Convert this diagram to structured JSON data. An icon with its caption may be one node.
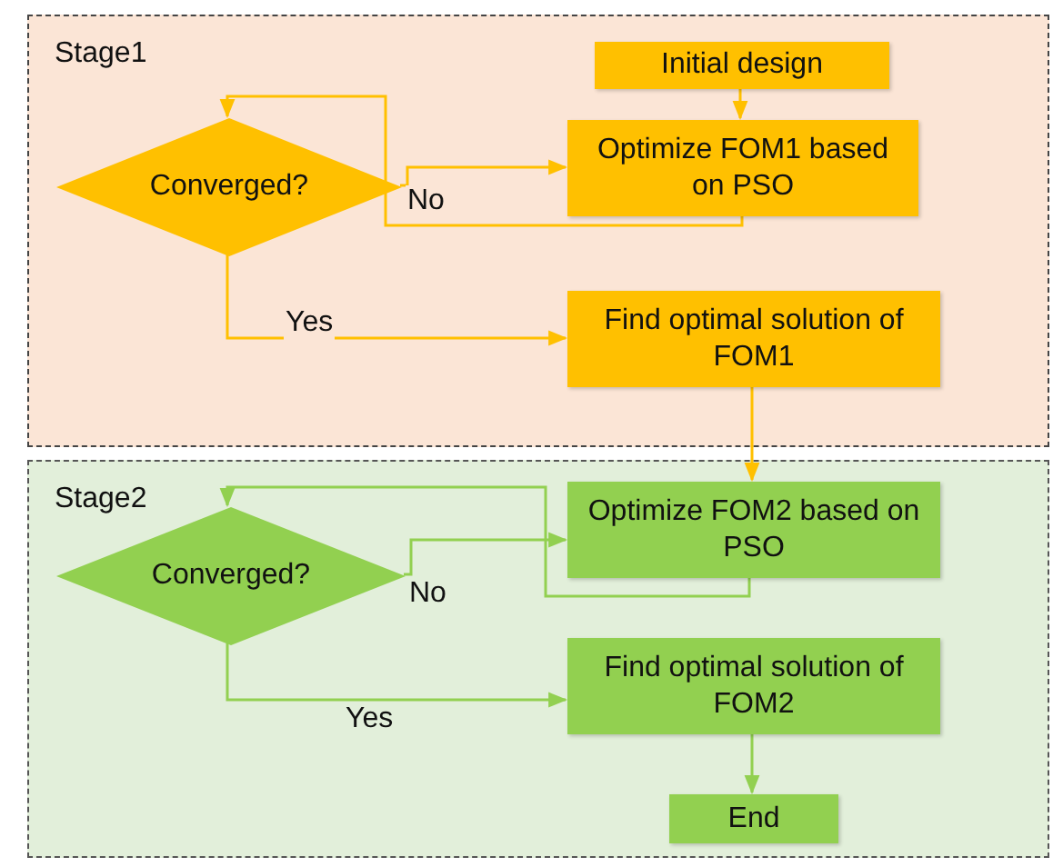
{
  "diagram": {
    "nodes": [
      {
        "text": [
          "Stage1"
        ]
      },
      {
        "text": [
          "Initial design"
        ],
        "in": 0
      },
      {
        "text": [
          "Converged?"
        ],
        "in": 0
      },
      {
        "text": [
          "Optimize FOM1 based on PSO"
        ],
        "in": 0
      },
      {
        "text": [
          "Find optimal solution of FOM1"
        ],
        "in": 0
      },
      {
        "text": [
          "Stage2"
        ]
      },
      {
        "text": [
          "Converged?"
        ],
        "in": 5
      },
      {
        "text": [
          "Optimize FOM2 based on PSO"
        ],
        "in": 5
      },
      {
        "text": [
          "Find optimal solution of FOM2"
        ],
        "in": 5
      },
      {
        "text": [
          "End"
        ],
        "in": 5
      }
    ],
    "edges": [
      {
        "from": 1,
        "to": 3,
        "arrow": "to"
      },
      {
        "from": 2,
        "to": 3,
        "arrow": "to",
        "label": "No"
      },
      {
        "from": 3,
        "to": 2,
        "arrow": "to"
      },
      {
        "from": 2,
        "to": 4,
        "arrow": "to",
        "label": "Yes"
      },
      {
        "from": 4,
        "to": 7,
        "arrow": "to"
      },
      {
        "from": 6,
        "to": 7,
        "arrow": "to",
        "label": "No",
        "color": "#92d050"
      },
      {
        "from": 7,
        "to": 6,
        "arrow": "to",
        "color": "#92d050"
      },
      {
        "from": 6,
        "to": 8,
        "arrow": "to",
        "label": "Yes",
        "color": "#92d050"
      },
      {
        "from": 8,
        "to": 9,
        "arrow": "to",
        "color": "#92d050"
      }
    ]
  }
}
